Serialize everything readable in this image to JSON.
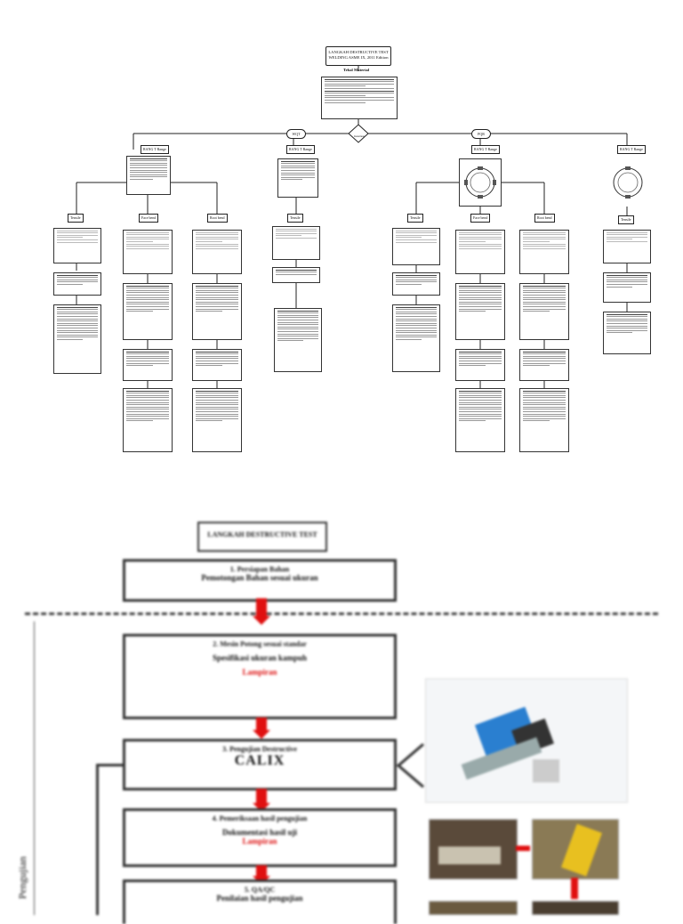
{
  "header": {
    "title_line1": "LANGKAH DESTRUCTIVE TEST",
    "title_line2": "WELDING ASME IX, 2011 Edition"
  },
  "material_label": "Tebal Material",
  "decision_label": "Ketentuan",
  "branches": {
    "left_pill": "WQT",
    "right_pill": "PQR",
    "left_range": "RANG T Range",
    "mid_range": "RANG T Range",
    "right_range": "RANG T Range",
    "far_right_range": "RANG T Range"
  },
  "tests": {
    "tensile": "Tensile",
    "face_bend": "Face bend",
    "root_bend": "Root bend"
  },
  "lower": {
    "step1_line1": "1. Persiapan Bahan",
    "step1_line2": "Pemotongan Bahan sesuai ukuran",
    "step2_line1": "2. Mesin Potong sesuai standar",
    "step2_line2": "Spesifikasi ukuran kampuh",
    "step2_note": "Lampiran",
    "step3_line1": "3. Pengujian Destructive",
    "step3_big": "CALIX",
    "step4_line1": "4. Pemeriksaan hasil pengujian",
    "step4_line2": "Dokumentasi hasil uji",
    "step4_note": "Lampiran",
    "step5_line1": "5. QA/QC",
    "step5_line2": "Penilaian hasil pengujian",
    "side_label": "Pengujian"
  }
}
